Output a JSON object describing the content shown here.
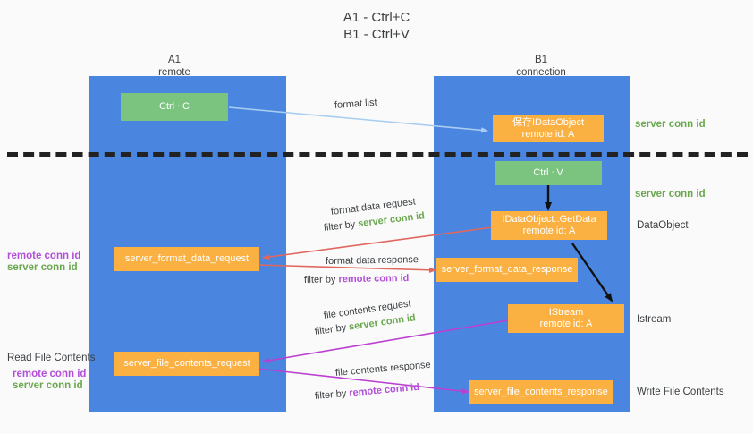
{
  "title": {
    "line1": "A1 - Ctrl+C",
    "line2": "B1 - Ctrl+V"
  },
  "columns": [
    {
      "name": "A1",
      "role": "remote"
    },
    {
      "name": "B1",
      "role": "connection"
    }
  ],
  "nodes": {
    "ctrl_c": {
      "label": "Ctrl ᐧ C"
    },
    "ctrl_v": {
      "label": "Ctrl ᐧ V"
    },
    "save_dataobject": {
      "line1": "保存IDataObject",
      "line2": "remote id: A"
    },
    "getdata": {
      "line1": "IDataObject::GetData",
      "line2": "remote id: A"
    },
    "istream": {
      "line1": "IStream",
      "line2": "remote id: A"
    },
    "server_format_data_request": {
      "label": "server_format_data_request"
    },
    "server_format_data_response": {
      "label": "server_format_data_response"
    },
    "server_file_contents_request": {
      "label": "server_file_contents_request"
    },
    "server_file_contents_response": {
      "label": "server_file_contents_response"
    }
  },
  "edges": {
    "format_list": {
      "label": "format list"
    },
    "format_data_request": {
      "line1": "format data request",
      "filter_prefix": "filter by ",
      "filter_keyword": "server conn id"
    },
    "format_data_response": {
      "line1": "format data response",
      "filter_prefix": "filter by ",
      "filter_keyword": "remote conn id"
    },
    "file_contents_request": {
      "line1": "file contents request",
      "filter_prefix": "filter by ",
      "filter_keyword": "server conn id"
    },
    "file_contents_response": {
      "line1": "file contents response",
      "filter_prefix": "filter by ",
      "filter_keyword": "remote conn id"
    }
  },
  "right_labels": {
    "server_conn_id_top": "server conn id",
    "server_conn_id_mid": "server conn id",
    "dataobject": "DataObject",
    "istream": "Istream",
    "write_file_contents": "Write File Contents"
  },
  "left_labels": {
    "remote_conn_id_upper": "remote conn id",
    "server_conn_id_upper": "server conn id",
    "read_file_contents": "Read File Contents",
    "remote_conn_id_lower": "remote conn id",
    "server_conn_id_lower": "server conn id"
  },
  "colors": {
    "lane": "#4a86e0",
    "green_node": "#7bc47f",
    "orange_node": "#fbb042",
    "green_text": "#6aa84f",
    "magenta_text": "#b14fd8",
    "arrow_blue": "#a8cdf0",
    "arrow_red": "#e0675f",
    "arrow_magenta": "#bb3fd0",
    "arrow_black": "#111111",
    "background": "#fafafa"
  }
}
